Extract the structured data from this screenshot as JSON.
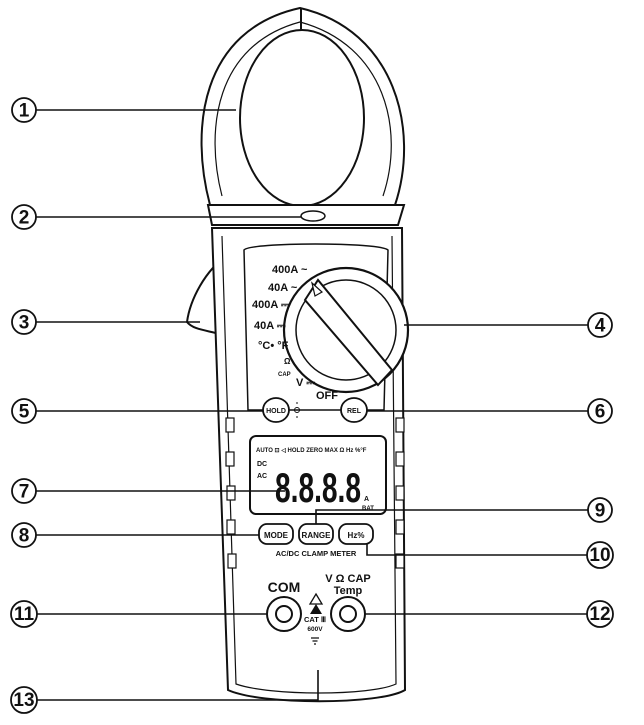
{
  "callouts": [
    "1",
    "2",
    "3",
    "4",
    "5",
    "6",
    "7",
    "8",
    "9",
    "10",
    "11",
    "12",
    "13"
  ],
  "dial": {
    "positions": [
      "400A ~",
      "40A ~",
      "400A ⎓",
      "40A ⎓",
      "°C• °F",
      "Ω",
      "CAP",
      "V ⎓",
      "OFF"
    ]
  },
  "buttons": {
    "hold": "HOLD",
    "rel": "REL",
    "mode": "MODE",
    "range": "RANGE",
    "hz": "Hz%"
  },
  "lcd": {
    "top_row": "AUTO  ⊡ ◁  HOLD ZERO MAX Ω Hz %°F",
    "left_dc": "DC",
    "left_ac": "AC",
    "digits": "8.8.8.8",
    "unit_a": "A",
    "unit_bat": "BAT"
  },
  "model_text": "AC/DC CLAMP METER",
  "terminals": {
    "com": "COM",
    "v_label": "V Ω CAP",
    "temp_label": "Temp",
    "cat": "CAT Ⅲ",
    "voltage": "600V"
  }
}
